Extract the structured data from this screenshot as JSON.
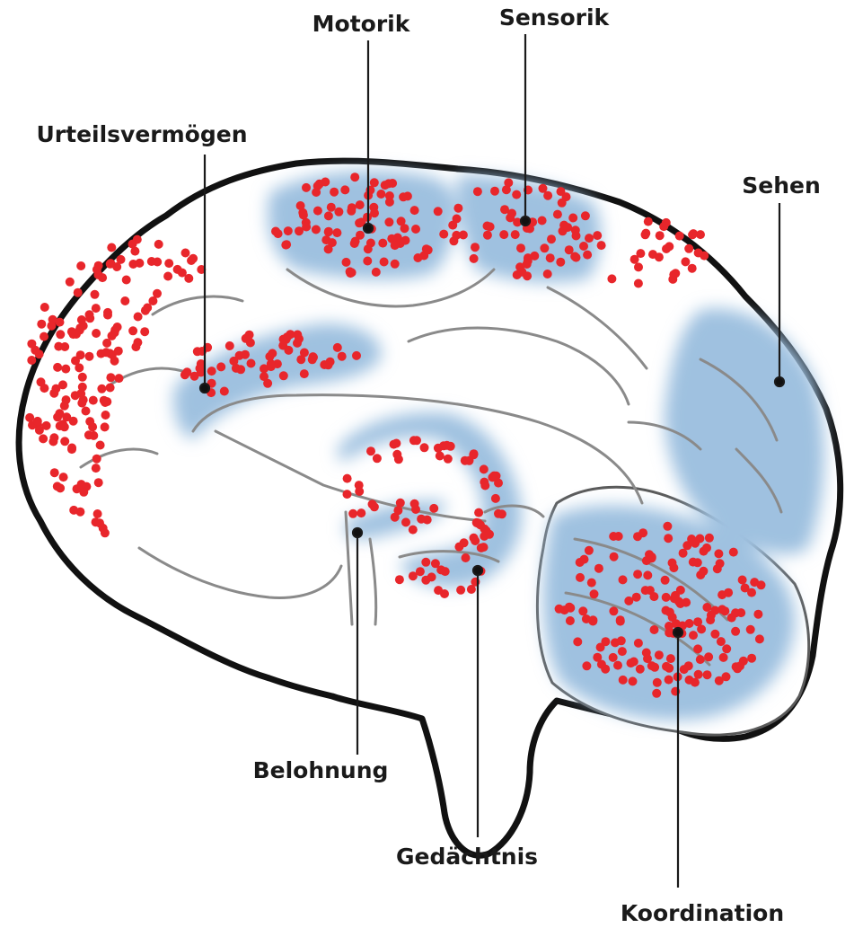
{
  "labels": {
    "motorik": "Motorik",
    "sensorik": "Sensorik",
    "urteilsvermoegen": "Urteilsvermögen",
    "sehen": "Sehen",
    "belohnung": "Belohnung",
    "gedaechtnis": "Gedächtnis",
    "koordination": "Koordination"
  },
  "colors": {
    "outline": "#111111",
    "fold_line": "#8a8a8a",
    "region_fill": "#9fc1e0",
    "dot": "#e8262b",
    "leader": "#1a1a1a",
    "background": "#ffffff"
  }
}
